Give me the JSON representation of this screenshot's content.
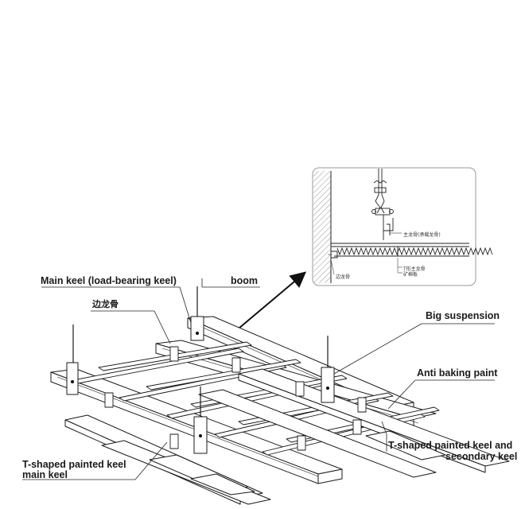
{
  "labels": {
    "main_keel_load_bearing": "Main keel (load-bearing keel)",
    "boom": "boom",
    "edge_keel_cn": "边龙骨",
    "big_suspension": "Big suspension",
    "anti_baking_paint": "Anti baking paint",
    "t_shaped_secondary_line1": "T-shaped painted keel and",
    "t_shaped_secondary_line2": "secondary keel",
    "t_shaped_main_line1": "T-shaped painted keel",
    "t_shaped_main_line2": "main keel"
  },
  "inset": {
    "main_keel_cn": "主龙骨(承载龙骨)",
    "t_main_keel_cn": "T形主龙骨",
    "mineral_board_cn": "矿棉板",
    "edge_keel_cn": "边龙骨"
  },
  "colors": {
    "line": "#1a1a1a",
    "hatch": "#555555",
    "inset_border": "#9a9a9a"
  }
}
